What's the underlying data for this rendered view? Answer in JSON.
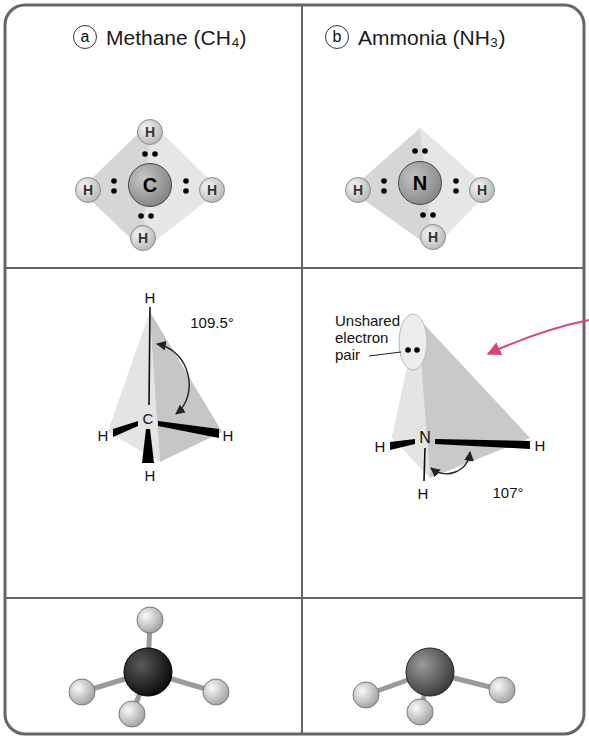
{
  "diagram": {
    "nodes": [
      {
        "text": [
          "a",
          "Methane (CH₄)"
        ]
      },
      {
        "text": [
          "b",
          "Ammonia (NH₃)"
        ]
      },
      {
        "text": [
          "H"
        ]
      },
      {
        "text": [
          "H"
        ]
      },
      {
        "text": [
          "C"
        ]
      },
      {
        "text": [
          "H"
        ]
      },
      {
        "text": [
          "H"
        ]
      },
      {
        "text": [
          "H"
        ]
      },
      {
        "text": [
          "N"
        ]
      },
      {
        "text": [
          "H"
        ]
      },
      {
        "text": [
          "H"
        ]
      }
    ],
    "labels": [
      "H",
      "109.5°",
      "H",
      "C",
      "H",
      "H",
      "Unshared electron pair",
      "H",
      "N",
      "H",
      "H",
      "107°"
    ]
  }
}
